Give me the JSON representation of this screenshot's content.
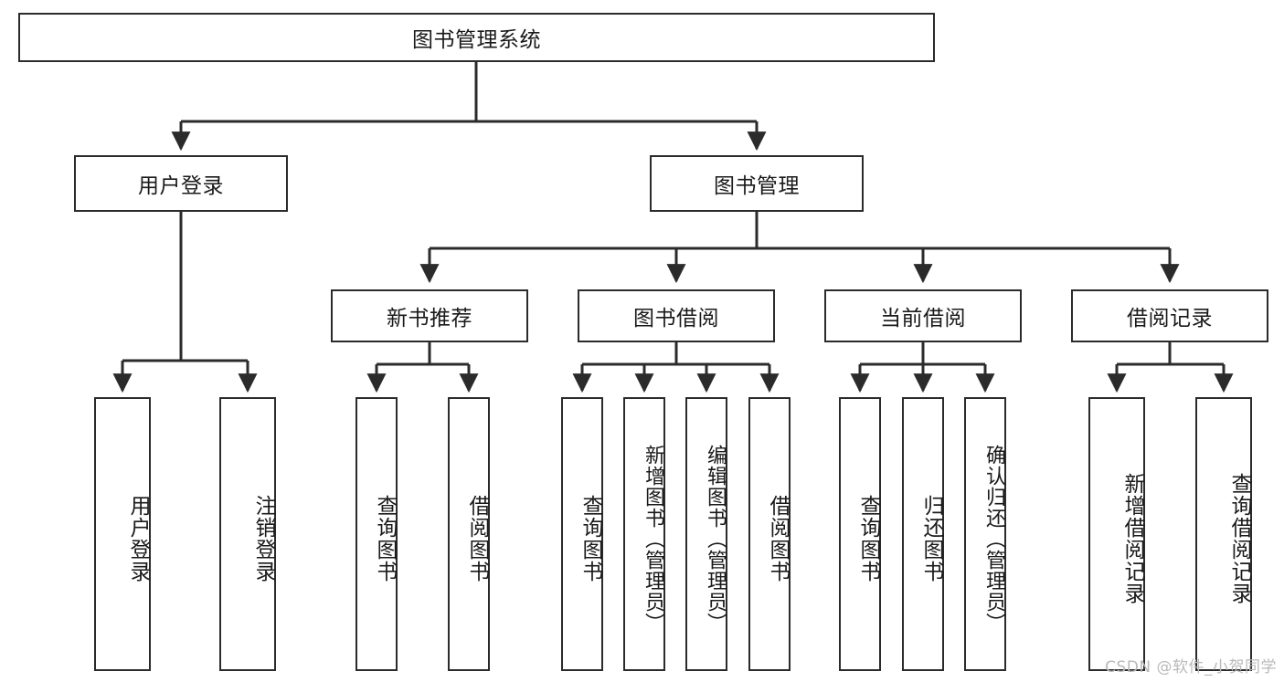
{
  "diagram": {
    "title": "图书管理系统",
    "watermark": "CSDN @软件_小贺同学",
    "root": {
      "label": "图书管理系统"
    },
    "level2": [
      {
        "label": "用户登录"
      },
      {
        "label": "图书管理"
      }
    ],
    "level3": [
      {
        "label": "新书推荐"
      },
      {
        "label": "图书借阅"
      },
      {
        "label": "当前借阅"
      },
      {
        "label": "借阅记录"
      }
    ],
    "leaves": {
      "user_login": [
        {
          "label": "用户登录"
        },
        {
          "label": "注销登录"
        }
      ],
      "new_book": [
        {
          "label": "查询图书"
        },
        {
          "label": "借阅图书"
        }
      ],
      "book_borrow": [
        {
          "label": "查询图书"
        },
        {
          "label": "新增图书（管理员）"
        },
        {
          "label": "编辑图书（管理员）"
        },
        {
          "label": "借阅图书"
        }
      ],
      "current_borrow": [
        {
          "label": "查询图书"
        },
        {
          "label": "归还图书"
        },
        {
          "label": "确认归还（管理员）"
        }
      ],
      "borrow_record": [
        {
          "label": "新增借阅记录"
        },
        {
          "label": "查询借阅记录"
        }
      ]
    },
    "colors": {
      "stroke": "#2b2b2b",
      "fill": "#ffffff",
      "text": "#1a1a1a",
      "watermark": "#b9b9b9"
    }
  }
}
